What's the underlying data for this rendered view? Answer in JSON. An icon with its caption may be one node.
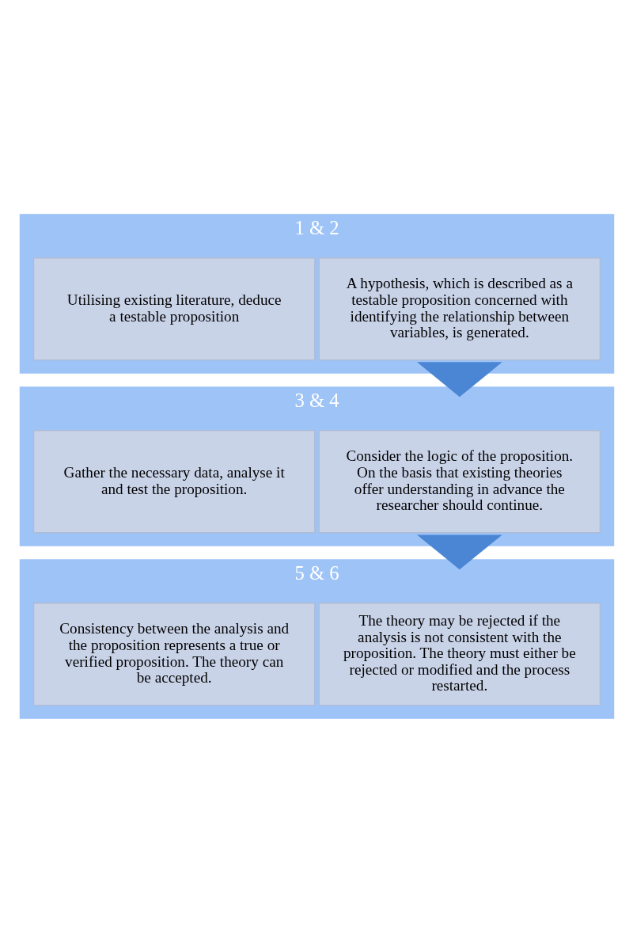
{
  "diagram": {
    "nodes": [
      {
        "text": [
          "1 & 2"
        ]
      },
      {
        "text": [
          "A hypothesis, which is described as a testable proposition concerned with identifying the relationship between variables, is generated."
        ],
        "in": 0
      },
      {
        "text": [
          "Utilising existing literature, deduce a testable proposition"
        ],
        "in": 0
      },
      {
        "text": [
          "3 & 4"
        ]
      },
      {
        "text": [
          "Consider the logic of the proposition. On the basis that existing theories offer understanding in advance the researcher should continue."
        ],
        "in": 3
      },
      {
        "text": [
          "Gather the necessary data, analyse it and test the proposition."
        ],
        "in": 3
      },
      {
        "text": [
          "5 & 6"
        ]
      },
      {
        "text": [
          "The theory may be rejected if the analysis is not consistent with the proposition. The theory must either be rejected or modified and the process restarted."
        ],
        "in": 6
      },
      {
        "text": [
          "Consistency between the analysis and the proposition represents a true or verified proposition. The theory can be accepted."
        ],
        "in": 6
      }
    ],
    "edges": [
      {
        "from": 0,
        "to": 3,
        "arrow": "to",
        "style": "thick"
      },
      {
        "from": 3,
        "to": 6,
        "arrow": "to",
        "style": "thick"
      }
    ]
  }
}
